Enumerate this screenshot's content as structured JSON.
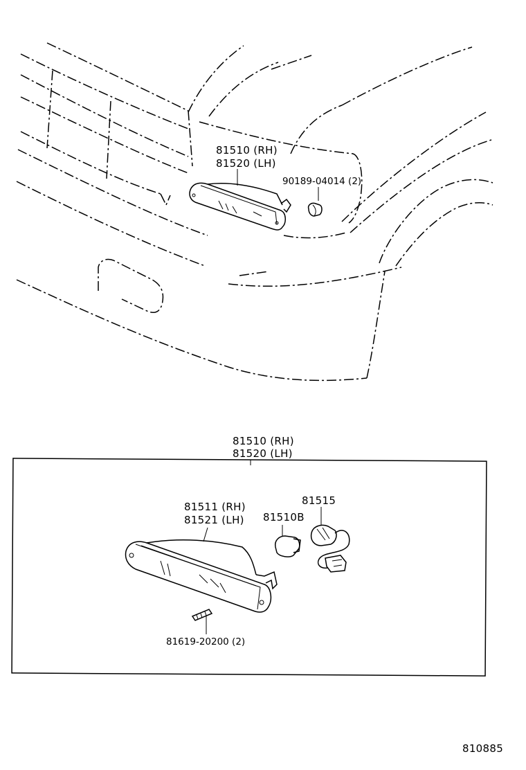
{
  "diagram": {
    "upper_callouts": {
      "lamp_assembly_rh": "81510 (RH)",
      "lamp_assembly_lh": "81520 (LH)",
      "clip": "90189-04014 (2)"
    },
    "lower_callouts": {
      "lamp_assembly_rh": "81510 (RH)",
      "lamp_assembly_lh": "81520 (LH)",
      "lens_rh": "81511 (RH)",
      "lens_lh": "81521 (LH)",
      "bulb": "81510B",
      "socket": "81515",
      "screw": "81619-20200 (2)"
    },
    "figure_number": "810885"
  }
}
